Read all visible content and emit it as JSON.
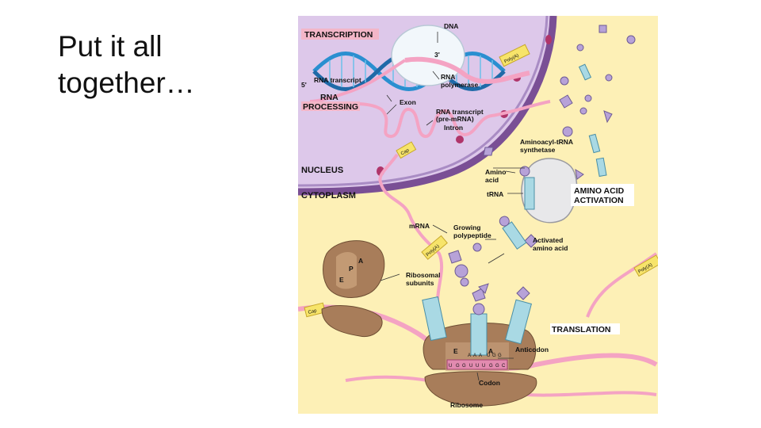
{
  "slide": {
    "title_line1": "Put it all",
    "title_line2": "together…"
  },
  "figure": {
    "colors": {
      "background": "#fdf0b6",
      "nucleus": "#ddc8ea",
      "membrane": "#7a4f95",
      "mrna": "#f4a3c3",
      "dna": "#2a8fd0",
      "trna": "#a9d9e4",
      "ribosome": "#a87d5a",
      "amino_acid": "#b7a2d8"
    },
    "labels": {
      "transcription": "TRANSCRIPTION",
      "dna": "DNA",
      "three_prime": "3'",
      "five_prime": "5'",
      "poly_a": "Poly(A)",
      "rna_transcript": "RNA transcript",
      "rna_polymerase_line1": "RNA",
      "rna_polymerase_line2": "polymerase",
      "rna_processing_line1": "RNA",
      "rna_processing_line2": "PROCESSING",
      "exon": "Exon",
      "pre_mrna_line1": "RNA transcript",
      "pre_mrna_line2": "(pre-mRNA)",
      "intron": "Intron",
      "cap": "Cap",
      "nucleus": "NUCLEUS",
      "cytoplasm": "CYTOPLASM",
      "aminoacyl_line1": "Aminoacyl-tRNA",
      "aminoacyl_line2": "synthetase",
      "amino_acid_line1": "Amino",
      "amino_acid_line2": "acid",
      "trna": "tRNA",
      "activation_line1": "AMINO ACID",
      "activation_line2": "ACTIVATION",
      "mrna": "mRNA",
      "growing_line1": "Growing",
      "growing_line2": "polypeptide",
      "activated_line1": "Activated",
      "activated_line2": "amino acid",
      "site_a": "A",
      "site_p": "P",
      "site_e": "E",
      "subunits_line1": "Ribosomal",
      "subunits_line2": "subunits",
      "translation": "TRANSLATION",
      "anticodon": "Anticodon",
      "codon": "Codon",
      "ribosome": "Ribosome"
    },
    "codon_letters": [
      "U",
      "G",
      "G",
      "U",
      "U",
      "U",
      "G",
      "G",
      "C"
    ],
    "anticodon_letters": [
      "A",
      "A",
      "A",
      "U",
      "G",
      "G"
    ]
  }
}
